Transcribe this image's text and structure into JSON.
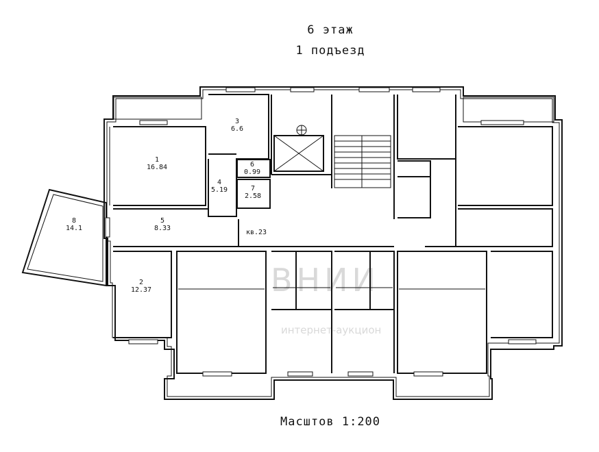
{
  "header": {
    "floor": "6 этаж",
    "entrance": "1 подъезд"
  },
  "footer": {
    "scale": "Масштов 1:200"
  },
  "apartment_label": "кв.23",
  "rooms": [
    {
      "id": "1",
      "area": "16.84"
    },
    {
      "id": "2",
      "area": "12.37"
    },
    {
      "id": "3",
      "area": "6.6"
    },
    {
      "id": "4",
      "area": "5.19"
    },
    {
      "id": "5",
      "area": "8.33"
    },
    {
      "id": "6",
      "area": "0.99"
    },
    {
      "id": "7",
      "area": "2.58"
    },
    {
      "id": "8",
      "area": "14.1"
    }
  ],
  "colors": {
    "lines": "#111111",
    "background": "#ffffff",
    "watermark": "#d9d9d9"
  }
}
